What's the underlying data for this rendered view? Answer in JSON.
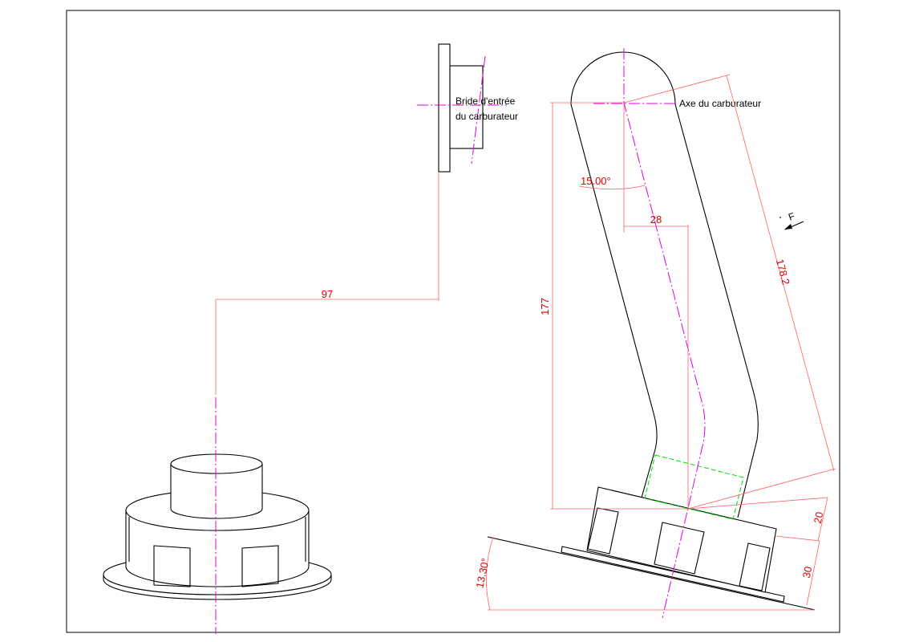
{
  "labels": {
    "flange_line1": "Bride d'entrée",
    "flange_line2": "du carburateur",
    "carb_axis": "Axe du carburateur",
    "force": "F"
  },
  "dimensions": {
    "offset_97": "97",
    "angle_15": "15.00°",
    "offset_28": "28",
    "height_177": "177",
    "length_178": "178.2",
    "thick_20": "20",
    "thick_30": "30",
    "angle_13": "13.30°"
  },
  "colors": {
    "outline": "#000000",
    "center_axis": "#e000e0",
    "dimension": "#ff6060",
    "hidden": "#00dd00"
  }
}
